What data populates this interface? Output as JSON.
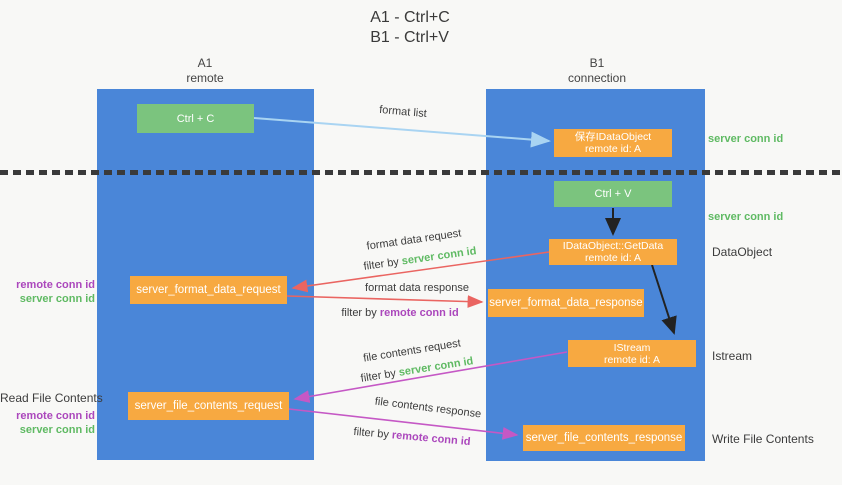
{
  "title": {
    "line1": "A1 - Ctrl+C",
    "line2": "B1 - Ctrl+V"
  },
  "columns": {
    "a1": {
      "name": "A1",
      "subtitle": "remote"
    },
    "b1": {
      "name": "B1",
      "subtitle": "connection"
    }
  },
  "nodes": {
    "ctrl_c": {
      "label": "Ctrl + C"
    },
    "ctrl_v": {
      "label": "Ctrl + V"
    },
    "save_idataobject": {
      "line1": "保存IDataObject",
      "line2": "remote id: A"
    },
    "getdata": {
      "line1": "IDataObject::GetData",
      "line2": "remote id: A"
    },
    "istream": {
      "line1": "IStream",
      "line2": "remote id: A"
    },
    "server_format_data_request": {
      "label": "server_format_data_request"
    },
    "server_format_data_response": {
      "label": "server_format_data_response"
    },
    "server_file_contents_request": {
      "label": "server_file_contents_request"
    },
    "server_file_contents_response": {
      "label": "server_file_contents_response"
    }
  },
  "arrow_labels": {
    "format_list": "format list",
    "format_data_request": "format data request",
    "format_data_response": "format data response",
    "file_contents_request": "file contents request",
    "file_contents_response": "file contents response",
    "filter_by": "filter by",
    "server_conn_id": "server conn id",
    "remote_conn_id": "remote conn id"
  },
  "side_labels": {
    "remote_conn_id": "remote conn id",
    "server_conn_id": "server conn id",
    "read_file_contents": "Read File Contents",
    "write_file_contents": "Write File Contents",
    "dataobject": "DataObject",
    "istream": "Istream"
  },
  "colors": {
    "lifeline_blue": "#4a86d8",
    "node_green": "#7bc47e",
    "node_orange": "#f7a941",
    "arrow_blue": "#a9d4f2",
    "arrow_red": "#ea6561",
    "arrow_magenta": "#c558c5",
    "arrow_black": "#222222",
    "text_green": "#5fba63",
    "text_purple": "#ab47bc"
  }
}
